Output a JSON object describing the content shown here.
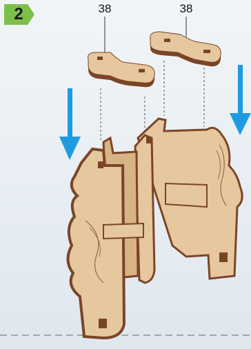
{
  "step": {
    "number": "2",
    "badge_color": "#7cc04a"
  },
  "parts": [
    {
      "label": "38"
    },
    {
      "label": "38"
    }
  ],
  "arrows": {
    "color": "#1e9be0",
    "icon": "down-arrow-icon"
  },
  "colors": {
    "plywood_light": "#e6c79e",
    "plywood_edge": "#7a4527",
    "dash": "#666666"
  }
}
